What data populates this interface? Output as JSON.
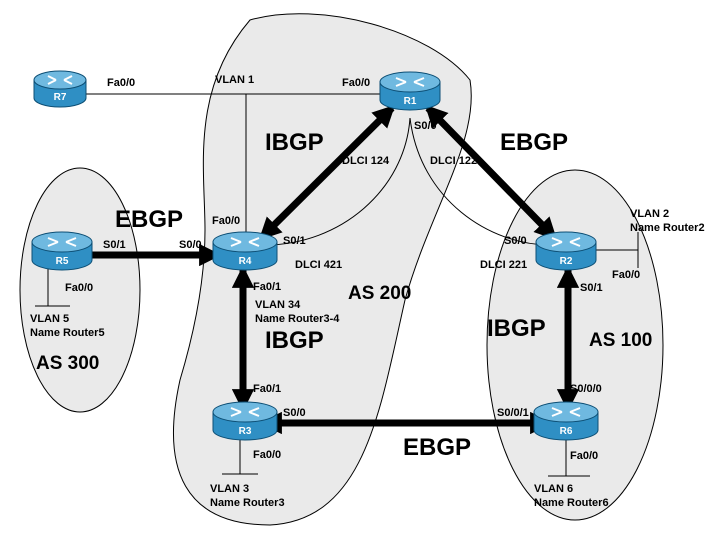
{
  "routers": [
    {
      "id": "r7",
      "name": "R7"
    },
    {
      "id": "r1",
      "name": "R1"
    },
    {
      "id": "r4",
      "name": "R4"
    },
    {
      "id": "r5",
      "name": "R5"
    },
    {
      "id": "r2",
      "name": "R2"
    },
    {
      "id": "r3",
      "name": "R3"
    },
    {
      "id": "r6",
      "name": "R6"
    }
  ],
  "as_labels": {
    "as200": "AS 200",
    "as300": "AS 300",
    "as100": "AS 100"
  },
  "session_labels": {
    "r1_r4": "IBGP",
    "r1_r2": "EBGP",
    "r5_r4": "EBGP",
    "r4_r3": "IBGP",
    "r2_r6": "IBGP",
    "r3_r6": "EBGP"
  },
  "interface_labels": {
    "r7_fa00": "Fa0/0",
    "vlan1": "VLAN 1",
    "r1_fa00": "Fa0/0",
    "r1_s00": "S0/0",
    "dlci124": "DLCI 124",
    "dlci122": "DLCI 122",
    "r4_fa00": "Fa0/0",
    "r4_s00": "S0/0",
    "r4_s01": "S0/1",
    "dlci421": "DLCI 421",
    "r4_fa01": "Fa0/1",
    "vlan34": "VLAN 34",
    "vlan34_name": "Name Router3-4",
    "r5_s01": "S0/1",
    "r5_fa00": "Fa0/0",
    "vlan5": "VLAN 5",
    "vlan5_name": "Name Router5",
    "r2_s00": "S0/0",
    "dlci221": "DLCI 221",
    "vlan2": "VLAN 2",
    "vlan2_name": "Name Router2",
    "r2_fa00": "Fa0/0",
    "r2_s01": "S0/1",
    "r3_fa01": "Fa0/1",
    "r3_s00": "S0/0",
    "r3_fa00": "Fa0/0",
    "vlan3": "VLAN 3",
    "vlan3_name": "Name Router3",
    "r6_s000": "S0/0/0",
    "r6_s001": "S0/0/1",
    "r6_fa00": "Fa0/0",
    "vlan6": "VLAN 6",
    "vlan6_name": "Name Router6"
  },
  "colors": {
    "router_body": "#2f8fc4",
    "router_top": "#6fb9e0",
    "as_fill": "#eaeaea",
    "link": "#000000"
  }
}
